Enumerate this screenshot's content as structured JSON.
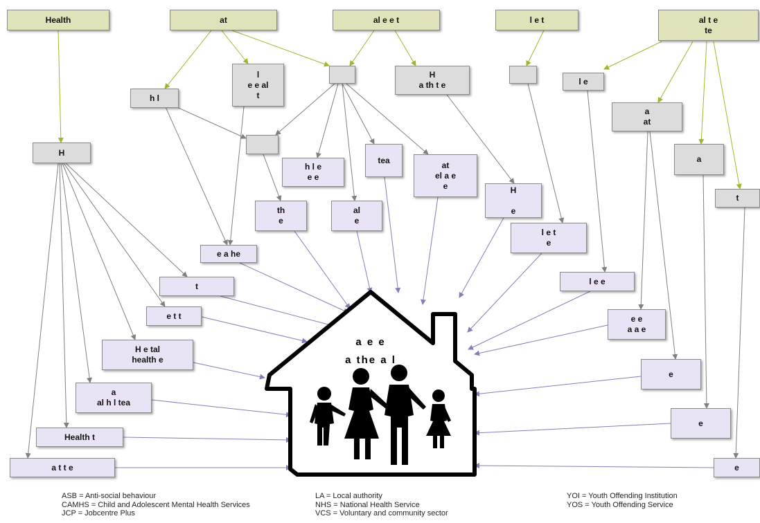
{
  "boxes": {
    "b_health_top": "Health",
    "b_at_top": "at",
    "b_aleet_top": "al    e   e t",
    "b_let_top": "l      e t",
    "b_alte_top": "al      t    e\nte",
    "b_hl": "h  l",
    "b_eealt": "l\ne e  al\nt",
    "b_empty1": "",
    "b_hathte": "H\na th     t e",
    "b_empty2": "",
    "b_le": "l    e",
    "b_aat": "a\nat",
    "b_H": "H",
    "b_empty3": "",
    "b_hle": "h  l    e\ne       e",
    "b_tea": "tea",
    "b_atelae": "at\nel a  e\ne",
    "b_a_right": "a",
    "b_t_right": "t",
    "b_the": "th\ne",
    "b_ale": "al\ne",
    "b_He": "H\n\ne",
    "b_eahe": "e a  he",
    "b_lete": "l       e t\ne",
    "b_t_left": "t",
    "b_lee": "l    e       e",
    "b_ett": "e t    t",
    "b_eeaae": "e    e\na  a  e",
    "b_Hetal": "H    e  tal\nhealth         e",
    "b_e_r1": "e",
    "b_alhltea": "a\nal   h  l  tea",
    "b_e_r2": "e",
    "b_health_t": "Health          t",
    "b_atte": "a  t  t       e",
    "b_e_r3": "e"
  },
  "house": {
    "line1": "a        e    e",
    "line2": "a     the    a    l"
  },
  "legend": {
    "col1": [
      "ASB = Anti-social behaviour",
      "CAMHS = Child and Adolescent Mental Health Services",
      "JCP = Jobcentre Plus"
    ],
    "col2": [
      "LA = Local authority",
      "NHS = National Health Service",
      "VCS = Voluntary and community sector"
    ],
    "col3": [
      "YOI = Youth Offending Institution",
      "YOS = Youth Offending Service"
    ]
  },
  "colors": {
    "top_fill": "#e0e3b9",
    "mid_fill": "#dcdcdc",
    "low_fill": "#e8e4f6",
    "green_line": "#a3b52b",
    "grey_line": "#808080",
    "purple_line": "#8a7bb8"
  }
}
